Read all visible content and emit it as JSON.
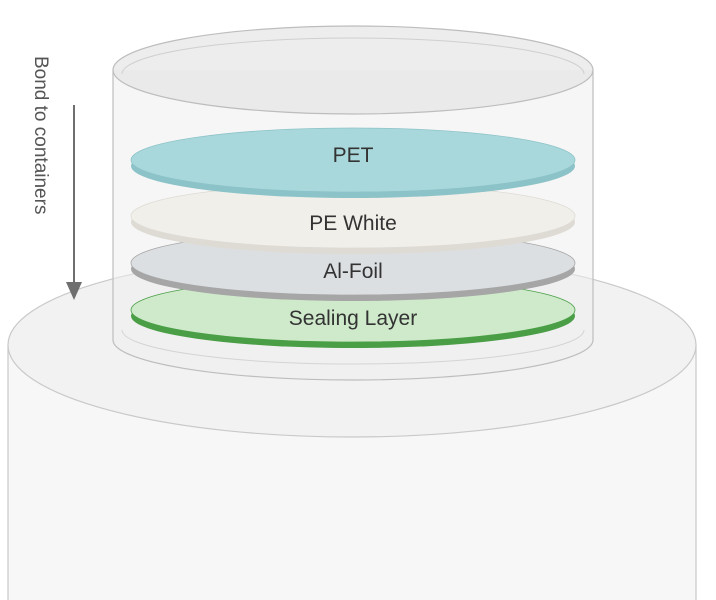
{
  "diagram": {
    "side_label": "Bond to containers",
    "layers": [
      {
        "label": "PET",
        "fill": "#a9d8dc",
        "edge": "#8cc3c8"
      },
      {
        "label": "PE White",
        "fill": "#f1efea",
        "edge": "#dedbd4"
      },
      {
        "label": "Al-Foil",
        "fill": "#dcdfe2",
        "edge": "#a6a6a6"
      },
      {
        "label": "Sealing Layer",
        "fill": "#cfeacb",
        "edge": "#4a9e46"
      }
    ],
    "colors": {
      "container_body": "#f7f7f7",
      "container_outline": "#c9c9c9",
      "cap_outline": "#bdbdbd",
      "arrow": "#6f6f6f"
    }
  }
}
